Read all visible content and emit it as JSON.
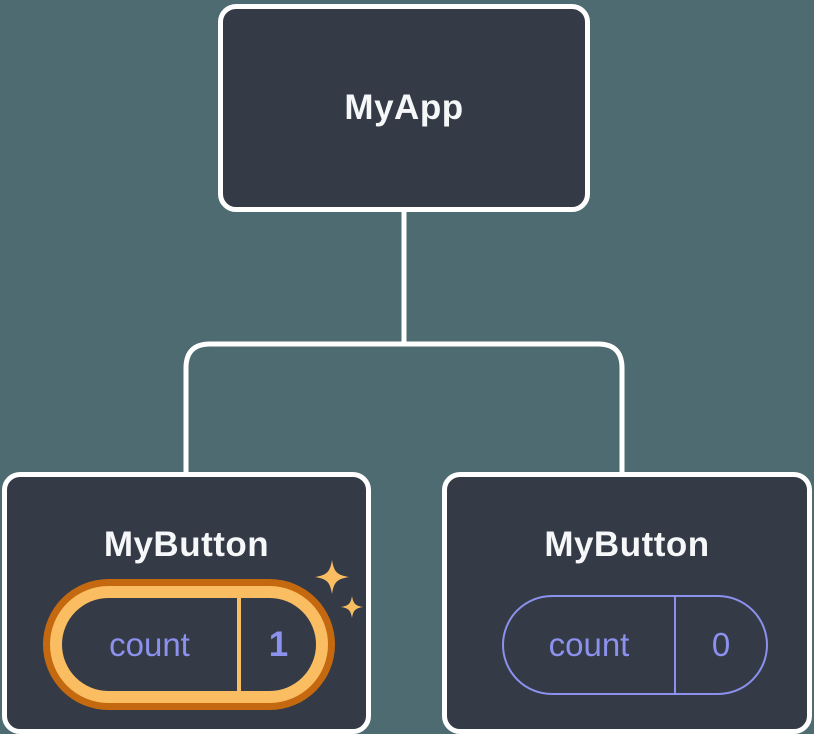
{
  "theme": {
    "bg": "#4E6B72",
    "node_fill": "#343A46",
    "node_border": "#FFFFFF",
    "title_color": "#F6F7F9",
    "purple": "#8B91EC",
    "gold": "#FABD62",
    "orange": "#C4690F"
  },
  "tree": {
    "root": {
      "label": "MyApp"
    },
    "children": [
      {
        "label": "MyButton",
        "highlighted": true,
        "state": {
          "key": "count",
          "value": "1"
        }
      },
      {
        "label": "MyButton",
        "highlighted": false,
        "state": {
          "key": "count",
          "value": "0"
        }
      }
    ]
  }
}
